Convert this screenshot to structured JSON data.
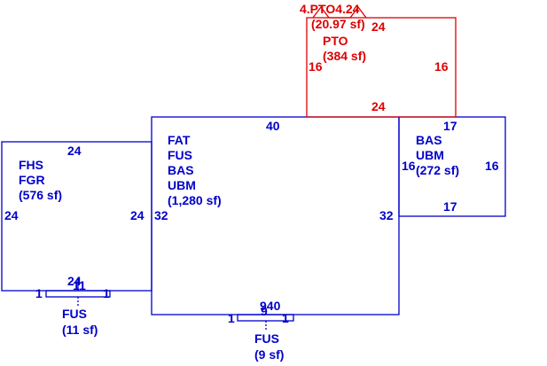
{
  "colors": {
    "main": "#0000cc",
    "porch": "#dd0000",
    "background": "#ffffff"
  },
  "main_area": {
    "codes": [
      "FAT",
      "FUS",
      "BAS",
      "UBM"
    ],
    "area": "(1,280 sf)",
    "dim_top": "40",
    "dim_left": "32",
    "dim_right": "32",
    "dim_bottom": "940"
  },
  "garage": {
    "codes": [
      "FHS",
      "FGR"
    ],
    "area": "(576 sf)",
    "dim_top": "24",
    "dim_left": "24",
    "dim_right": "24",
    "dim_bottom": "24"
  },
  "bay": {
    "codes": [
      "BAS",
      "UBM"
    ],
    "area": "(272 sf)",
    "dim_top": "17",
    "dim_bottom": "17",
    "dim_left": "16",
    "dim_right": "16"
  },
  "porch": {
    "code": "PTO",
    "area": "(384 sf)",
    "dim_top": "24",
    "dim_bottom": "24",
    "dim_left": "16",
    "dim_right": "16"
  },
  "porch_top": {
    "label": "4.PTO4.24",
    "area": "(20.97 sf)"
  },
  "stoop_left": {
    "code": "FUS",
    "area": "(11 sf)",
    "dim_left": "1",
    "dim_right": "1",
    "dim_top": "11"
  },
  "stoop_bottom": {
    "code": "FUS",
    "area": "(9 sf)",
    "dim_left": "1",
    "dim_right": "1",
    "dim_top": "9"
  }
}
